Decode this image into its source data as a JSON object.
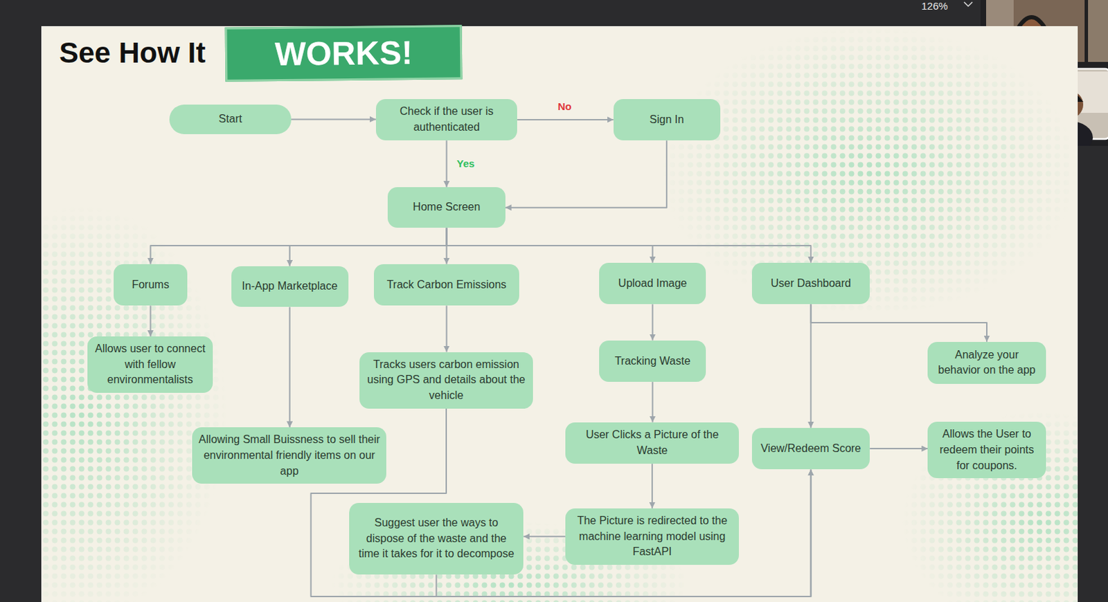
{
  "diagram": {
    "title": "See How It",
    "nodes": [
      {
        "text": [
          "Start"
        ]
      },
      {
        "text": [
          "Check if the user is authenticated"
        ]
      },
      {
        "text": [
          "Sign In"
        ]
      },
      {
        "text": [
          "Home Screen"
        ]
      },
      {
        "text": [
          "Forums"
        ]
      },
      {
        "text": [
          "In-App Marketplace"
        ]
      },
      {
        "text": [
          "Track Carbon Emissions"
        ]
      },
      {
        "text": [
          "Upload Image"
        ]
      },
      {
        "text": [
          "User Dashboard"
        ]
      },
      {
        "text": [
          "Allows user to connect with fellow environmentalists"
        ]
      },
      {
        "text": [
          "Analyze your behavior on the app"
        ]
      },
      {
        "text": [
          "Tracks users carbon emission using GPS and details about the vehicle"
        ]
      },
      {
        "text": [
          "Tracking Waste"
        ]
      },
      {
        "text": [
          "Allowing Small Buissness to sell their environmental friendly items on our app"
        ]
      },
      {
        "text": [
          "User Clicks a Picture of the Waste"
        ]
      },
      {
        "text": [
          "View/Redeem Score"
        ]
      },
      {
        "text": [
          "Allows the User to redeem their points for coupons."
        ]
      },
      {
        "text": [
          "Suggest user the ways to dispose of the waste and the time it takes for it to decompose"
        ]
      },
      {
        "text": [
          "The Picture is redirected to the machine learning model using FastAPI"
        ]
      }
    ],
    "edges": [
      {
        "from": 0,
        "to": 1,
        "arrow": "to"
      },
      {
        "from": 1,
        "to": 2,
        "label": "No",
        "arrow": "to"
      },
      {
        "from": 1,
        "to": 3,
        "label": "Yes",
        "arrow": "to"
      },
      {
        "from": 2,
        "to": 3,
        "arrow": "to"
      },
      {
        "from": 3,
        "to": 4,
        "arrow": "to"
      },
      {
        "from": 3,
        "to": 5,
        "arrow": "to"
      },
      {
        "from": 3,
        "to": 6,
        "arrow": "to"
      },
      {
        "from": 3,
        "to": 7,
        "arrow": "to"
      },
      {
        "from": 3,
        "to": 8,
        "arrow": "to"
      },
      {
        "from": 4,
        "to": 9,
        "arrow": "to"
      },
      {
        "from": 5,
        "to": 13,
        "arrow": "to"
      },
      {
        "from": 6,
        "to": 11,
        "arrow": "to"
      },
      {
        "from": 7,
        "to": 12,
        "arrow": "to"
      },
      {
        "from": 12,
        "to": 14,
        "arrow": "to"
      },
      {
        "from": 14,
        "to": 18,
        "arrow": "to"
      },
      {
        "from": 18,
        "to": 17,
        "arrow": "to"
      },
      {
        "from": 8,
        "to": 10,
        "arrow": "to"
      },
      {
        "from": 8,
        "to": 15,
        "arrow": "to"
      },
      {
        "from": 15,
        "to": 16,
        "arrow": "to"
      },
      {
        "from": 11,
        "to": 15,
        "arrow": "to"
      },
      {
        "from": 17,
        "to": 15,
        "arrow": "to"
      }
    ],
    "labels": [
      "WORKS!",
      "126%"
    ]
  }
}
